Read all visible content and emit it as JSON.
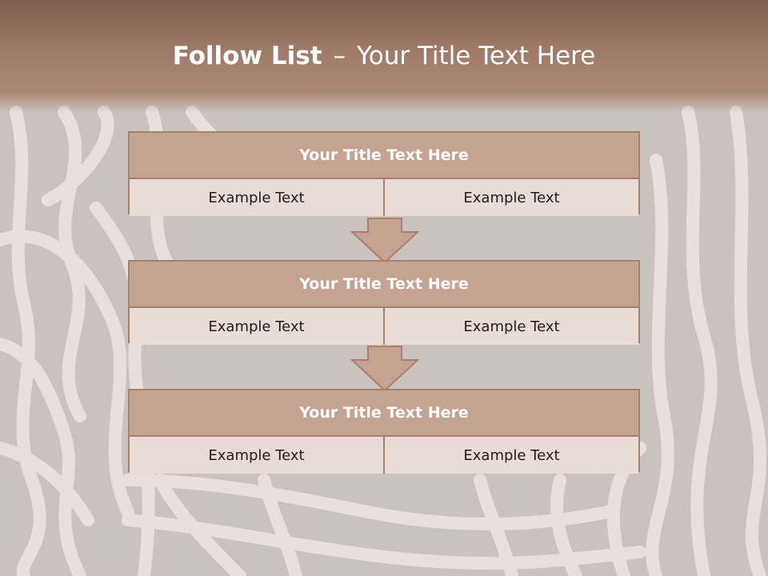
{
  "slide": {
    "title_bold": "Follow List",
    "title_dash": "–",
    "title_rest": "Your Title Text Here"
  },
  "blocks": [
    {
      "title": "Your Title Text Here",
      "left": "Example Text",
      "right": "Example Text"
    },
    {
      "title": "Your Title Text Here",
      "left": "Example Text",
      "right": "Example Text"
    },
    {
      "title": "Your Title Text Here",
      "left": "Example Text",
      "right": "Example Text"
    }
  ],
  "colors": {
    "header": "#9f7a68",
    "block_head": "#c4a392",
    "block_border": "#a8806d",
    "block_cell": "#e9dcd6",
    "stripe": "#ede4e1",
    "background": "#c9c2bd"
  }
}
